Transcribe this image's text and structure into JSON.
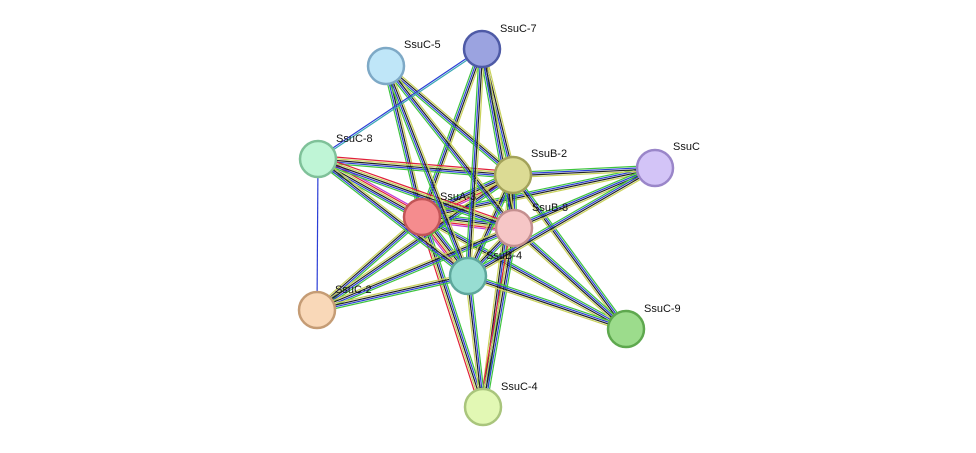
{
  "network": {
    "nodes": [
      {
        "id": "SsuC-7",
        "label": "SsuC-7",
        "fill": "#9ba3e0",
        "stroke": "#4e5aa6"
      },
      {
        "id": "SsuC-5",
        "label": "SsuC-5",
        "fill": "#bfe6f8",
        "stroke": "#7ea9c6"
      },
      {
        "id": "SsuC-8",
        "label": "SsuC-8",
        "fill": "#bff5d6",
        "stroke": "#7fc199"
      },
      {
        "id": "SsuB-2",
        "label": "SsuB-2",
        "fill": "#dcdb94",
        "stroke": "#a3a25a"
      },
      {
        "id": "SsuC",
        "label": "SsuC",
        "fill": "#d3c4f7",
        "stroke": "#9a86c9"
      },
      {
        "id": "SsuA-3",
        "label": "SsuA-3",
        "fill": "#f58c8e",
        "stroke": "#c25557"
      },
      {
        "id": "SsuB-8",
        "label": "SsuB-8",
        "fill": "#f6c6c6",
        "stroke": "#c48f8f"
      },
      {
        "id": "SsuB-4",
        "label": "SsuB-4",
        "fill": "#97ddd2",
        "stroke": "#5ea79c"
      },
      {
        "id": "SsuC-2",
        "label": "SsuC-2",
        "fill": "#f9d8b8",
        "stroke": "#c59c75"
      },
      {
        "id": "SsuC-9",
        "label": "SsuC-9",
        "fill": "#9cdc8c",
        "stroke": "#5ea84e"
      },
      {
        "id": "SsuC-4",
        "label": "SsuC-4",
        "fill": "#e2f8b4",
        "stroke": "#a9c57c"
      }
    ],
    "edge_colors": {
      "green": "#3ec43e",
      "blue": "#2b3ed6",
      "black": "#222222",
      "yellow": "#c9d25a",
      "red": "#e0213a",
      "magenta": "#c43ad4",
      "teal": "#3aa8b4"
    },
    "edges": [
      {
        "from": "SsuA-3",
        "to": "SsuB-8",
        "types": [
          "green",
          "blue",
          "black",
          "yellow",
          "red",
          "magenta"
        ]
      },
      {
        "from": "SsuA-3",
        "to": "SsuB-2",
        "types": [
          "green",
          "blue",
          "black",
          "yellow",
          "red",
          "magenta"
        ]
      },
      {
        "from": "SsuA-3",
        "to": "SsuB-4",
        "types": [
          "green",
          "blue",
          "black",
          "yellow",
          "red",
          "magenta"
        ]
      },
      {
        "from": "SsuA-3",
        "to": "SsuC-8",
        "types": [
          "green",
          "blue",
          "black",
          "yellow",
          "red",
          "magenta"
        ]
      },
      {
        "from": "SsuA-3",
        "to": "SsuC-5",
        "types": [
          "green",
          "blue",
          "black",
          "yellow"
        ]
      },
      {
        "from": "SsuA-3",
        "to": "SsuC-7",
        "types": [
          "green",
          "blue",
          "black",
          "yellow"
        ]
      },
      {
        "from": "SsuA-3",
        "to": "SsuC",
        "types": [
          "green",
          "blue",
          "black",
          "yellow"
        ]
      },
      {
        "from": "SsuA-3",
        "to": "SsuC-2",
        "types": [
          "green",
          "blue",
          "black",
          "yellow"
        ]
      },
      {
        "from": "SsuA-3",
        "to": "SsuC-9",
        "types": [
          "green",
          "blue",
          "black",
          "yellow"
        ]
      },
      {
        "from": "SsuA-3",
        "to": "SsuC-4",
        "types": [
          "green",
          "blue",
          "black",
          "yellow",
          "red"
        ]
      },
      {
        "from": "SsuB-2",
        "to": "SsuC-8",
        "types": [
          "green",
          "blue",
          "black",
          "yellow",
          "red"
        ]
      },
      {
        "from": "SsuB-2",
        "to": "SsuC-5",
        "types": [
          "green",
          "blue",
          "black",
          "yellow"
        ]
      },
      {
        "from": "SsuB-2",
        "to": "SsuC-7",
        "types": [
          "green",
          "blue",
          "black",
          "yellow"
        ]
      },
      {
        "from": "SsuB-2",
        "to": "SsuC",
        "types": [
          "green",
          "blue",
          "black",
          "yellow"
        ]
      },
      {
        "from": "SsuB-2",
        "to": "SsuC-2",
        "types": [
          "green",
          "blue",
          "black",
          "yellow"
        ]
      },
      {
        "from": "SsuB-2",
        "to": "SsuC-9",
        "types": [
          "green",
          "blue",
          "black",
          "yellow"
        ]
      },
      {
        "from": "SsuB-2",
        "to": "SsuC-4",
        "types": [
          "green",
          "blue",
          "black",
          "yellow"
        ]
      },
      {
        "from": "SsuB-2",
        "to": "SsuB-8",
        "types": [
          "green",
          "blue",
          "black",
          "yellow"
        ]
      },
      {
        "from": "SsuB-2",
        "to": "SsuB-4",
        "types": [
          "green",
          "blue",
          "black",
          "yellow"
        ]
      },
      {
        "from": "SsuB-8",
        "to": "SsuC-8",
        "types": [
          "green",
          "blue",
          "black",
          "yellow",
          "red"
        ]
      },
      {
        "from": "SsuB-8",
        "to": "SsuC-5",
        "types": [
          "green",
          "blue",
          "black",
          "yellow"
        ]
      },
      {
        "from": "SsuB-8",
        "to": "SsuC-7",
        "types": [
          "green",
          "blue",
          "black",
          "yellow"
        ]
      },
      {
        "from": "SsuB-8",
        "to": "SsuC",
        "types": [
          "green",
          "blue",
          "black",
          "yellow"
        ]
      },
      {
        "from": "SsuB-8",
        "to": "SsuC-2",
        "types": [
          "green",
          "blue",
          "black",
          "yellow"
        ]
      },
      {
        "from": "SsuB-8",
        "to": "SsuC-9",
        "types": [
          "green",
          "blue",
          "black",
          "yellow"
        ]
      },
      {
        "from": "SsuB-8",
        "to": "SsuC-4",
        "types": [
          "green",
          "blue",
          "black",
          "yellow",
          "red"
        ]
      },
      {
        "from": "SsuB-8",
        "to": "SsuB-4",
        "types": [
          "green",
          "blue",
          "black",
          "yellow"
        ]
      },
      {
        "from": "SsuB-4",
        "to": "SsuC-8",
        "types": [
          "green",
          "blue",
          "black",
          "yellow"
        ]
      },
      {
        "from": "SsuB-4",
        "to": "SsuC-5",
        "types": [
          "green",
          "blue",
          "black",
          "yellow"
        ]
      },
      {
        "from": "SsuB-4",
        "to": "SsuC-7",
        "types": [
          "green",
          "blue",
          "black",
          "yellow"
        ]
      },
      {
        "from": "SsuB-4",
        "to": "SsuC",
        "types": [
          "green",
          "blue",
          "black",
          "yellow"
        ]
      },
      {
        "from": "SsuB-4",
        "to": "SsuC-2",
        "types": [
          "green",
          "blue",
          "black",
          "yellow"
        ]
      },
      {
        "from": "SsuB-4",
        "to": "SsuC-9",
        "types": [
          "green",
          "blue",
          "black",
          "yellow"
        ]
      },
      {
        "from": "SsuB-4",
        "to": "SsuC-4",
        "types": [
          "green",
          "blue",
          "black",
          "yellow"
        ]
      },
      {
        "from": "SsuC-8",
        "to": "SsuC-7",
        "types": [
          "blue",
          "teal"
        ]
      },
      {
        "from": "SsuC-8",
        "to": "SsuC-2",
        "types": [
          "blue"
        ]
      }
    ]
  }
}
